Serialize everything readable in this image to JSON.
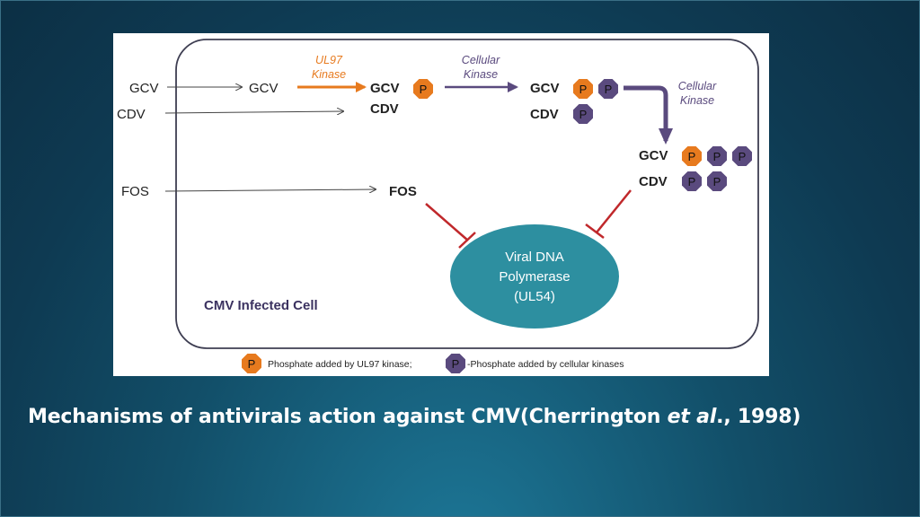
{
  "colors": {
    "ul97_phosphate": "#e77a1e",
    "cellular_phosphate": "#5a4a7e",
    "inhibition": "#c0282b",
    "polymerase": "#2d8fa0",
    "background": "#124f69"
  },
  "diagram": {
    "inputs": {
      "gcv": "GCV",
      "cdv": "CDV",
      "fos": "FOS"
    },
    "stage1": {
      "gcv": "GCV",
      "cdv": "CDV",
      "fos": "FOS"
    },
    "stage2": {
      "gcv": "GCV",
      "cdv": "CDV"
    },
    "stage3": {
      "gcv": "GCV",
      "cdv": "CDV"
    },
    "kinases": {
      "ul97": [
        "UL97",
        "Kinase"
      ],
      "cellular1": [
        "Cellular",
        "Kinase"
      ],
      "cellular2": [
        "Cellular",
        "Kinase"
      ]
    },
    "phosphate_symbol": "P",
    "polymerase": [
      "Viral DNA",
      "Polymerase",
      "(UL54)"
    ],
    "cell_label": "CMV Infected Cell",
    "legend": {
      "ul97": "Phosphate added by UL97 kinase;",
      "cellular": "-Phosphate  added by cellular kinases"
    }
  },
  "caption": {
    "main": "Mechanisms of antivirals action against CMV(Cherrington ",
    "italic": "et al",
    "tail": "., 1998)"
  }
}
